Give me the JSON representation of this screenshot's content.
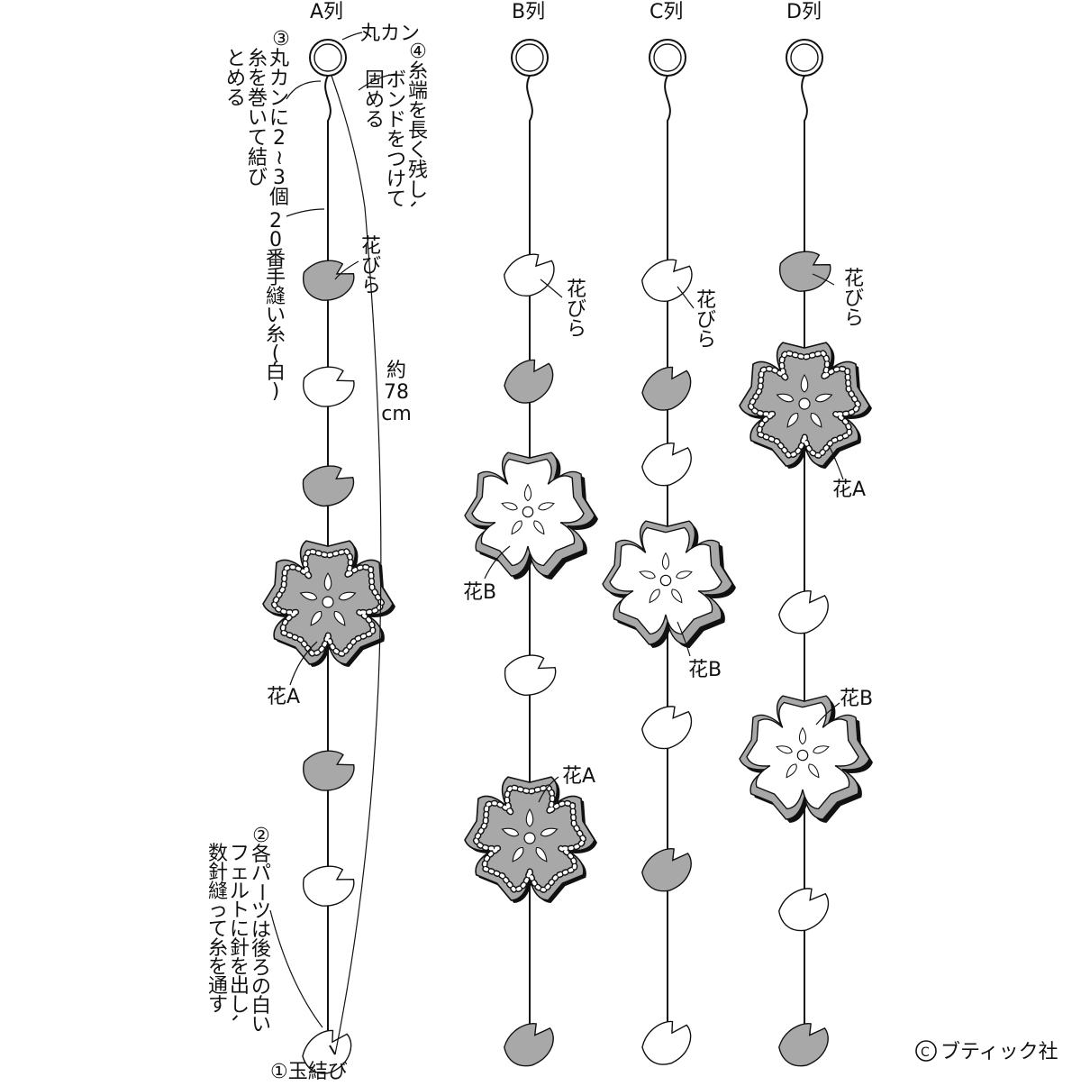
{
  "columns": [
    {
      "key": "A",
      "label": "A列",
      "parts": [
        "ring",
        "petal-gray",
        "petal-white",
        "petal-gray",
        "flower-A",
        "petal-gray",
        "petal-white",
        "petal-white"
      ]
    },
    {
      "key": "B",
      "label": "B列",
      "parts": [
        "ring",
        "petal-white",
        "petal-gray",
        "flower-B",
        "petal-white",
        "flower-A",
        "petal-gray"
      ]
    },
    {
      "key": "C",
      "label": "C列",
      "parts": [
        "ring",
        "petal-white",
        "petal-gray",
        "petal-white",
        "flower-B",
        "petal-white",
        "petal-gray",
        "petal-white"
      ]
    },
    {
      "key": "D",
      "label": "D列",
      "parts": [
        "ring",
        "petal-gray",
        "flower-A",
        "petal-white",
        "flower-B",
        "petal-white",
        "petal-gray"
      ]
    }
  ],
  "labels": {
    "ring": "丸カン",
    "step1": "①玉結び",
    "step2": [
      "②各パーツは後ろの白い",
      "フェルトに針を出し、",
      "数針縫って糸を通す"
    ],
    "step3": [
      "③",
      "丸カンに2~3個",
      "糸を巻いて結び",
      "とめる"
    ],
    "step4": [
      "④糸端を長く残し、",
      "ボンドをつけて",
      "固める"
    ],
    "thread": "20番手縫い糸(白)",
    "length": [
      "約",
      "78",
      "cm"
    ],
    "petal": "花びら",
    "flower_a": "花A",
    "flower_b": "花B"
  },
  "copyright": "ブティック社",
  "colors": {
    "line": "#111111",
    "gray": "#a8a8a8",
    "white": "#ffffff"
  }
}
